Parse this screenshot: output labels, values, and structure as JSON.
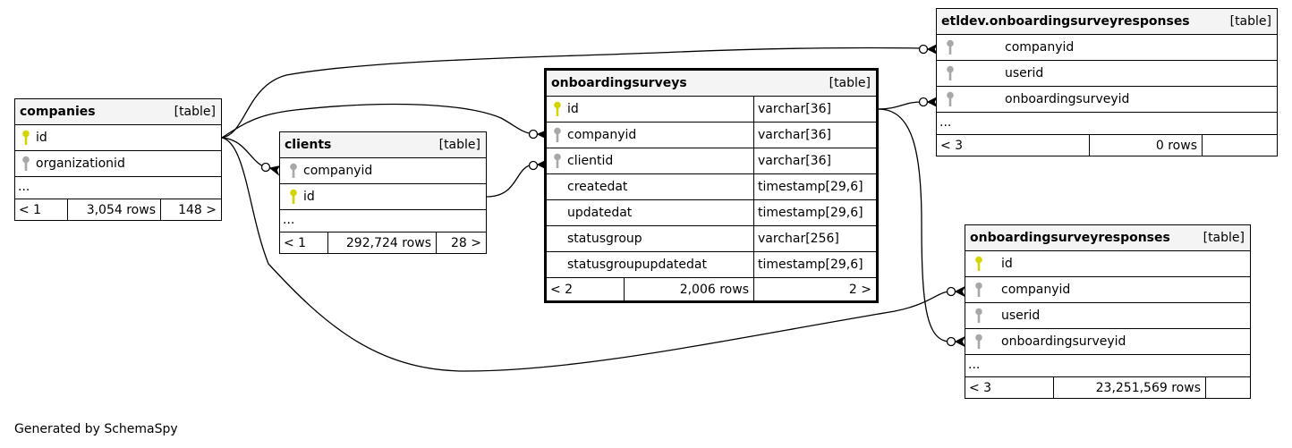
{
  "tables": {
    "companies": {
      "name": "companies",
      "type": "[table]",
      "columns": [
        {
          "name": "id",
          "key": "primary"
        },
        {
          "name": "organizationid",
          "key": "foreign"
        }
      ],
      "ellipsis": "...",
      "footer": {
        "parents": "< 1",
        "rows": "3,054 rows",
        "children": "148 >"
      }
    },
    "clients": {
      "name": "clients",
      "type": "[table]",
      "columns": [
        {
          "name": "companyid",
          "key": "foreign"
        },
        {
          "name": "id",
          "key": "primary"
        }
      ],
      "ellipsis": "...",
      "footer": {
        "parents": "< 1",
        "rows": "292,724 rows",
        "children": "28 >"
      }
    },
    "onboardingsurveys": {
      "name": "onboardingsurveys",
      "type": "[table]",
      "columns": [
        {
          "name": "id",
          "key": "primary",
          "datatype": "varchar[36]"
        },
        {
          "name": "companyid",
          "key": "foreign",
          "datatype": "varchar[36]"
        },
        {
          "name": "clientid",
          "key": "foreign",
          "datatype": "varchar[36]"
        },
        {
          "name": "createdat",
          "key": "none",
          "datatype": "timestamp[29,6]"
        },
        {
          "name": "updatedat",
          "key": "none",
          "datatype": "timestamp[29,6]"
        },
        {
          "name": "statusgroup",
          "key": "none",
          "datatype": "varchar[256]"
        },
        {
          "name": "statusgroupupdatedat",
          "key": "none",
          "datatype": "timestamp[29,6]"
        }
      ],
      "footer": {
        "parents": "< 2",
        "rows": "2,006 rows",
        "children": "2 >"
      }
    },
    "etldev_responses": {
      "name": "etldev.onboardingsurveyresponses",
      "type": "[table]",
      "columns": [
        {
          "name": "companyid",
          "key": "foreign"
        },
        {
          "name": "userid",
          "key": "foreign"
        },
        {
          "name": "onboardingsurveyid",
          "key": "foreign"
        }
      ],
      "ellipsis": "...",
      "footer": {
        "parents": "< 3",
        "rows": "0 rows",
        "children": ""
      }
    },
    "responses": {
      "name": "onboardingsurveyresponses",
      "type": "[table]",
      "columns": [
        {
          "name": "id",
          "key": "primary"
        },
        {
          "name": "companyid",
          "key": "foreign"
        },
        {
          "name": "userid",
          "key": "foreign"
        },
        {
          "name": "onboardingsurveyid",
          "key": "foreign"
        }
      ],
      "ellipsis": "...",
      "footer": {
        "parents": "< 3",
        "rows": "23,251,569 rows",
        "children": ""
      }
    }
  },
  "colors": {
    "primary_key": "#d4d400",
    "foreign_key": "#a8a8a8",
    "header_bg": "#f4f4f4"
  },
  "generated_by": "Generated by SchemaSpy"
}
